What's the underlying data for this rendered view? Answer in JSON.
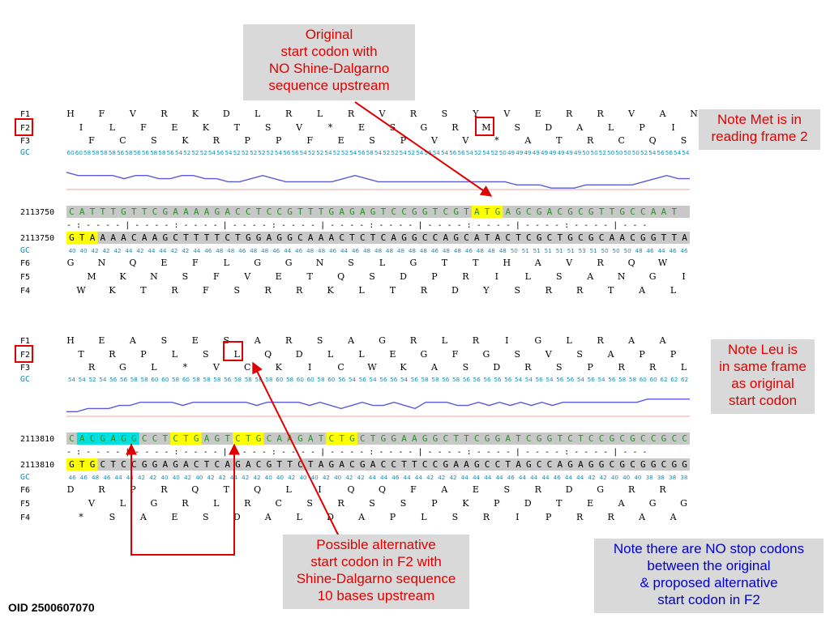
{
  "notes": {
    "original": [
      "Original",
      "start codon with",
      "NO Shine-Dalgarno",
      "sequence upstream"
    ],
    "met": [
      "Note Met is in",
      "reading frame 2"
    ],
    "leu": [
      "Note Leu is",
      "in same frame",
      "as original",
      "start codon"
    ],
    "alt": [
      "Possible alternative",
      "start codon in F2 with",
      "Shine-Dalgarno sequence",
      "10 bases upstream"
    ],
    "nostop": [
      "Note there are NO stop codons",
      "between the original",
      "& proposed alternative",
      "start codon in F2"
    ]
  },
  "footer": {
    "oid": "OID 2500607070"
  },
  "colors": {
    "annotation_red": "#e00000",
    "note_blue": "#0000cc",
    "highlight_yellow": "#ffff00",
    "highlight_cyan": "#00e0e0",
    "gc_line": "#5a5adc",
    "gc_threshold": "#f0a0a0",
    "seq_bg": "#c8c8c8"
  },
  "panels": [
    {
      "frame_labels": {
        "f1": "F1",
        "f2": "F2",
        "f3": "F3",
        "gc": "GC",
        "f6": "F6",
        "f5": "F5",
        "f4": "F4"
      },
      "f1": "HFVRKDLRLRVRSYVERRVAN",
      "f2": "ILFEKTSV*ESGRMSDALPI",
      "f3": "FCSKRPPFESPVV*ATRCQS",
      "gc_top": [
        60,
        60,
        58,
        58,
        58,
        58,
        56,
        58,
        56,
        56,
        58,
        58,
        56,
        54,
        52,
        52,
        52,
        54,
        56,
        54,
        52,
        52,
        52,
        52,
        52,
        54,
        56,
        56,
        54,
        52,
        52,
        54,
        52,
        52,
        54,
        56,
        58,
        54,
        52,
        52,
        54,
        52,
        54,
        56,
        54,
        54,
        56,
        56,
        54,
        52,
        54,
        52,
        50,
        49,
        49,
        49,
        49,
        49,
        49,
        49,
        49,
        49,
        50,
        50,
        52,
        50,
        50,
        50,
        50,
        52,
        54,
        56,
        56,
        54,
        54
      ],
      "gc_line": [
        58,
        56,
        56,
        56,
        56,
        54,
        56,
        56,
        54,
        54,
        56,
        56,
        54,
        54,
        52,
        52,
        54,
        56,
        54,
        52,
        52,
        52,
        52,
        52,
        54,
        56,
        54,
        52,
        52,
        52,
        52,
        52,
        52,
        52,
        52,
        52,
        52,
        52,
        52,
        50,
        50,
        50,
        48,
        48,
        48,
        50,
        50,
        50,
        50,
        50,
        52,
        54,
        56,
        54,
        54
      ],
      "ruler": "- : - - - - | - - - - : - - - - | - - - - : - - - - | - - - - : - - - - | - - - - : - - - - | - - - - : - - - - | - - -",
      "top_pos": "2113750",
      "top_seq": "CATTTGTTCGAAAAGACCTCCGTTTGAGAGTCCGGTCGTATGAGCGACGCGTTGCCAAT",
      "bot_pos": "2113750",
      "bot_seq": "GTAAAACAAGCTTTTCTGGAGGCAAACTCTCAGGCCAGCATACTCGCTGCGCAACGGTTA",
      "gc_bot": [
        40,
        40,
        42,
        42,
        42,
        44,
        42,
        44,
        44,
        42,
        42,
        44,
        46,
        48,
        48,
        46,
        48,
        48,
        46,
        44,
        46,
        48,
        48,
        46,
        44,
        46,
        48,
        48,
        48,
        48,
        48,
        48,
        46,
        48,
        48,
        46,
        48,
        48,
        48,
        50,
        51,
        51,
        51,
        51,
        51,
        53,
        51,
        50,
        50,
        50,
        48,
        46,
        44,
        46,
        46
      ],
      "f6": "GNQEFLGGNSLGTTHAVRQW",
      "f5": "MKNSFVETQSDPRILSANGI",
      "f4": "WKTRFSRRKLTRDYSRRTAL"
    },
    {
      "frame_labels": {
        "f1": "F1",
        "f2": "F2",
        "f3": "F3",
        "gc": "GC",
        "f6": "F6",
        "f5": "F5",
        "f4": "F4"
      },
      "f1": "HEASESARSAGRLRIGLRAA",
      "f2": "TRPLSLQDLLEGFGSVSAPP",
      "f3": "RGL*VCKICWKASDRSPRRL",
      "gc_top": [
        54,
        54,
        52,
        54,
        56,
        56,
        58,
        58,
        60,
        60,
        58,
        60,
        58,
        58,
        58,
        56,
        58,
        58,
        58,
        58,
        60,
        58,
        60,
        60,
        58,
        60,
        56,
        54,
        56,
        54,
        56,
        56,
        54,
        56,
        58,
        58,
        56,
        58,
        56,
        56,
        56,
        56,
        56,
        54,
        54,
        56,
        54,
        56,
        56,
        54,
        56,
        54,
        56,
        58,
        58,
        60,
        60,
        62,
        62,
        62
      ],
      "gc_line": [
        50,
        50,
        52,
        52,
        52,
        54,
        54,
        56,
        56,
        56,
        56,
        54,
        56,
        56,
        56,
        56,
        56,
        56,
        54,
        56,
        56,
        56,
        56,
        54,
        56,
        54,
        52,
        54,
        56,
        54,
        54,
        56,
        54,
        52,
        56,
        56,
        56,
        54,
        54,
        56,
        54,
        56,
        54,
        56,
        54,
        56,
        54,
        56,
        56,
        56,
        56,
        56,
        56,
        56,
        56,
        58,
        58,
        58,
        58,
        58
      ],
      "ruler": "- : - - - - | - - - - : - - - - | - - - - : - - - - | - - - - : - - - - | - - - - : - - - - | - - - - : - - - - | - - -",
      "top_pos": "2113810",
      "top_seq": "CACGAGGCCTCTGAGTCTGCAAGATCTGCTGGAAGGCTTCGGATCGGTCTCCGCGCCGCC",
      "bot_pos": "2113810",
      "bot_seq": "GTGCTCCGGAGACTCAGACGTTCTAGACGACCTTCCGAAGCCTAGCCAGAGGCGCGGCGG",
      "gc_bot": [
        46,
        46,
        48,
        46,
        44,
        44,
        42,
        42,
        40,
        40,
        42,
        40,
        42,
        42,
        44,
        42,
        42,
        40,
        40,
        42,
        40,
        40,
        42,
        40,
        42,
        42,
        44,
        44,
        46,
        44,
        44,
        42,
        42,
        42,
        44,
        44,
        44,
        44,
        46,
        44,
        44,
        44,
        46,
        44,
        44,
        42,
        42,
        40,
        40,
        40,
        38,
        38,
        38,
        38
      ],
      "f6": "DRPRQTQLIQQFAESRDGRR",
      "f5": "VLGRLRCSRSSPKPDTEAGG",
      "f4": "*SAESDALDAPLSRIPRRAA"
    }
  ]
}
